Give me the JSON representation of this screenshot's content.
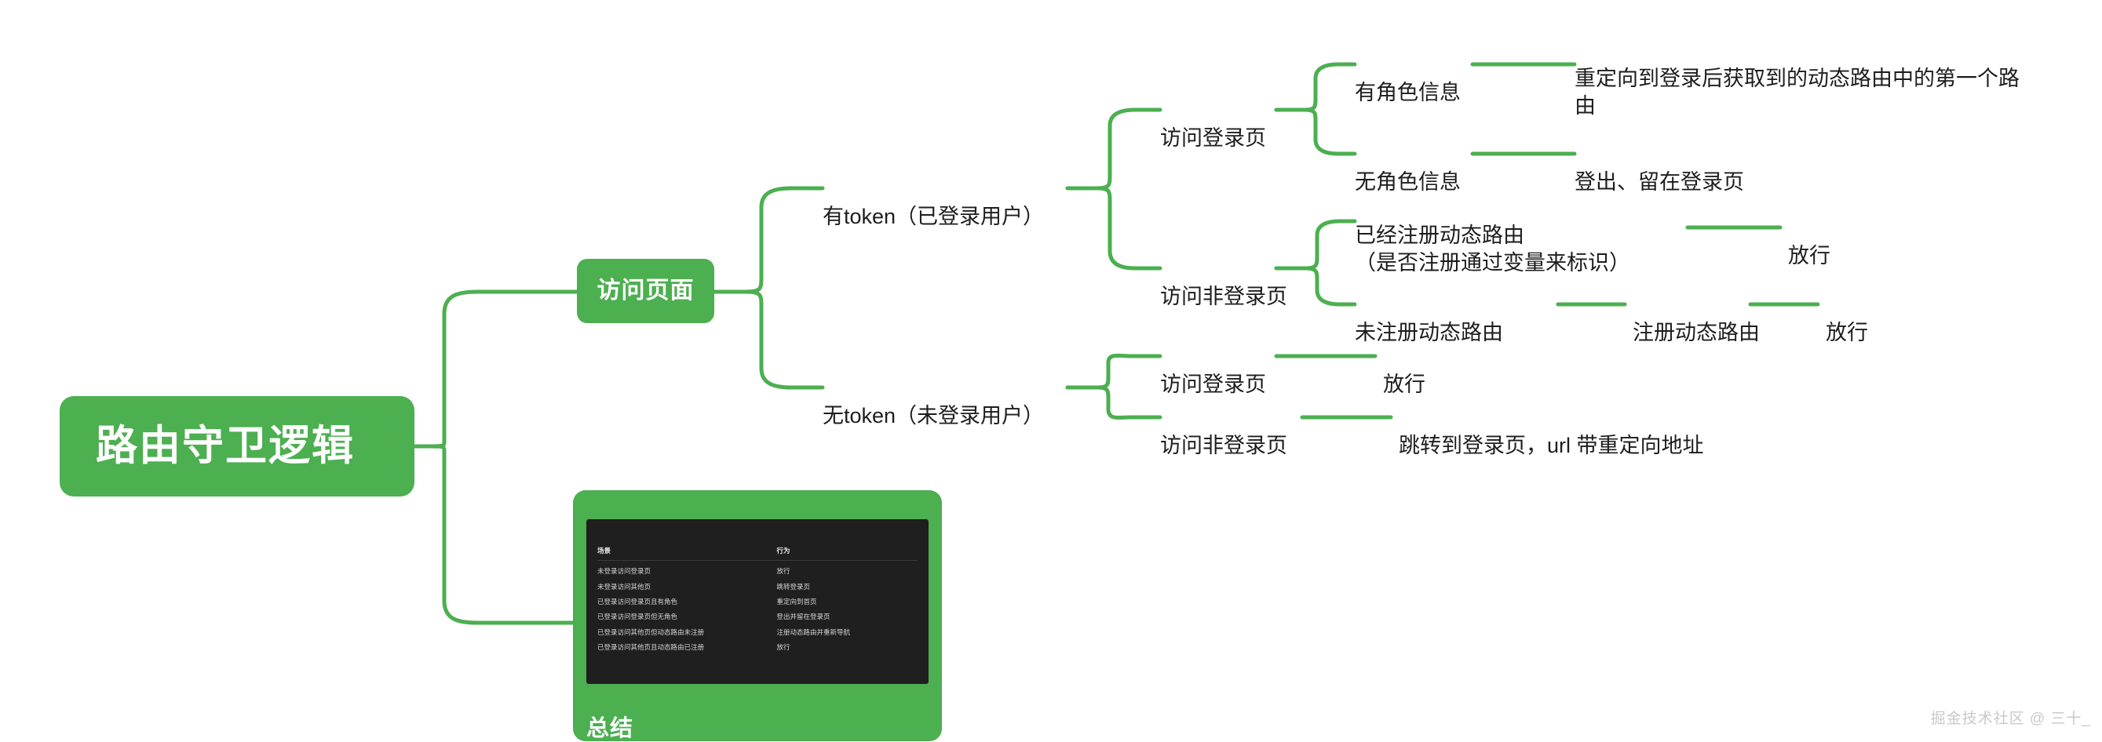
{
  "theme": {
    "node_fill": "#4caf50",
    "edge_color": "#4caf50",
    "text_color": "#1d1d1f",
    "node_text_color": "#ffffff",
    "canvas_background": "#ffffff",
    "table_background": "#1f1f1f"
  },
  "mindmap": {
    "root": {
      "label": "路由守卫逻辑"
    },
    "topic": {
      "label": "访问页面"
    },
    "branches": {
      "has_token": {
        "label": "有token（已登录用户）"
      },
      "no_token": {
        "label": "无token（未登录用户）"
      }
    },
    "has_token_children": {
      "visit_login": {
        "label": "访问登录页"
      },
      "visit_non_login": {
        "label": "访问非登录页"
      }
    },
    "has_token_leaves": {
      "has_role": {
        "label": "有角色信息"
      },
      "has_role_action": {
        "label": "重定向到登录后获取到的动态路由中的第一个路\n由"
      },
      "no_role": {
        "label": "无角色信息"
      },
      "no_role_action": {
        "label": "登出、留在登录页"
      },
      "registered_routes": {
        "label": "已经注册动态路由\n（是否注册通过变量来标识）"
      },
      "registered_routes_action": {
        "label": "放行"
      },
      "unregistered_routes": {
        "label": "未注册动态路由"
      },
      "unregistered_routes_step": {
        "label": "注册动态路由"
      },
      "unregistered_routes_action": {
        "label": "放行"
      }
    },
    "no_token_children": {
      "visit_login": {
        "label": "访问登录页"
      },
      "visit_login_action": {
        "label": "放行"
      },
      "visit_non_login": {
        "label": "访问非登录页"
      },
      "visit_non_login_action": {
        "label": "跳转到登录页，url 带重定向地址"
      }
    },
    "summary": {
      "label": "总结",
      "table": {
        "headers": [
          "场景",
          "行为"
        ],
        "rows": [
          [
            "未登录访问登录页",
            "放行"
          ],
          [
            "未登录访问其他页",
            "跳转登录页"
          ],
          [
            "已登录访问登录页且有角色",
            "重定向到首页"
          ],
          [
            "已登录访问登录页但无角色",
            "登出并留在登录页"
          ],
          [
            "已登录访问其他页但动态路由未注册",
            "注册动态路由并重新导航"
          ],
          [
            "已登录访问其他页且动态路由已注册",
            "放行"
          ]
        ]
      }
    }
  },
  "watermark": {
    "text": "掘金技术社区 @ 三十_"
  }
}
